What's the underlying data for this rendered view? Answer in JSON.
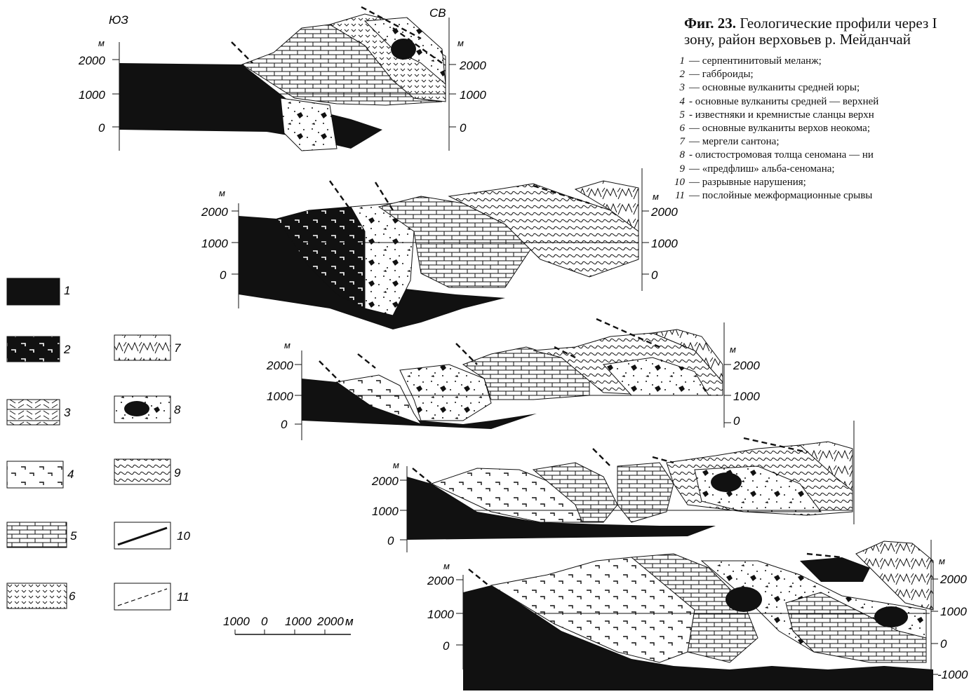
{
  "figure": {
    "title_bold": "Фиг. 23.",
    "title_rest": " Геологические профили через Ι",
    "title_line2": "зону, район верховьев р. Мейданчай"
  },
  "legend_items": [
    {
      "num": "1",
      "text": "— серпентинитовый меланж;"
    },
    {
      "num": "2",
      "text": "— габброиды;"
    },
    {
      "num": "3",
      "text": "— основные вулканиты средней юры;"
    },
    {
      "num": "4",
      "text": "- основные вулканиты средней — верхней"
    },
    {
      "num": "5",
      "text": "- известняки и кремнистые сланцы верхн"
    },
    {
      "num": "6",
      "text": "— основные вулканиты верхов неокома;"
    },
    {
      "num": "7",
      "text": "— мергели сантона;"
    },
    {
      "num": "8",
      "text": "- олистостромовая толща сеномана — ни"
    },
    {
      "num": "9",
      "text": "— «предфлиш» альба-сеномана;"
    },
    {
      "num": "10",
      "text": "— разрывные нарушения;"
    },
    {
      "num": "11",
      "text": "— послойные межформационные срывы"
    }
  ],
  "legend_box_numbers": [
    "1",
    "2",
    "3",
    "4",
    "5",
    "6",
    "7",
    "8",
    "9",
    "10",
    "11"
  ],
  "profile_1": {
    "left_label": "ЮЗ",
    "right_label": "СВ",
    "unit": "м",
    "left_ticks": [
      "2000",
      "1000",
      "0"
    ],
    "right_ticks": [
      "2000",
      "1000",
      "0"
    ]
  },
  "profile_2": {
    "unit": "м",
    "left_ticks": [
      "2000",
      "1000",
      "0"
    ],
    "right_ticks": [
      "2000",
      "1000",
      "0"
    ]
  },
  "profile_3": {
    "unit": "м",
    "left_ticks": [
      "2000",
      "1000",
      "0"
    ],
    "right_ticks": [
      "2000",
      "1000",
      "0"
    ]
  },
  "profile_4": {
    "unit": "м",
    "left_ticks": [
      "2000",
      "1000",
      "0"
    ]
  },
  "profile_5": {
    "unit": "м",
    "left_ticks": [
      "2000",
      "1000",
      "0"
    ],
    "right_ticks": [
      "2000",
      "1000",
      "0",
      "-1000"
    ]
  },
  "scale_bar": {
    "labels": [
      "1000",
      "0",
      "1000",
      "2000"
    ],
    "unit": "м"
  }
}
